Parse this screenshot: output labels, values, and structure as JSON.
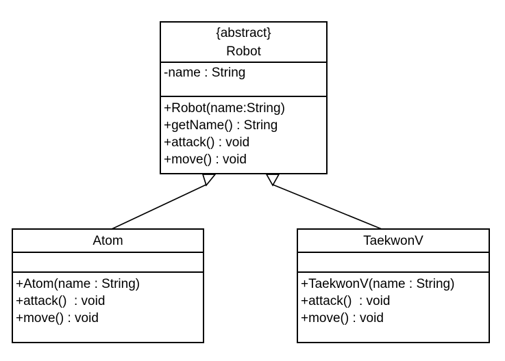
{
  "diagram": {
    "type": "uml-class-diagram",
    "colors": {
      "line": "#000000",
      "box_fill": "#ffffff",
      "background": "#ffffff",
      "text": "#000000"
    },
    "classes": [
      {
        "id": "robot",
        "stereotype": "{abstract}",
        "name": "Robot",
        "abstract": true,
        "attributes": [
          "-name : String"
        ],
        "methods": [
          "+Robot(name:String)",
          "+getName() : String",
          "+attack() : void",
          "+move() : void"
        ]
      },
      {
        "id": "atom",
        "stereotype": "",
        "name": "Atom",
        "abstract": false,
        "attributes": [],
        "methods": [
          "+Atom(name : String)",
          "+attack()  : void",
          "+move() : void"
        ]
      },
      {
        "id": "taekwonv",
        "stereotype": "",
        "name": "TaekwonV",
        "abstract": false,
        "attributes": [],
        "methods": [
          "+TaekwonV(name : String)",
          "+attack()  : void",
          "+move() : void"
        ]
      }
    ],
    "relationships": [
      {
        "type": "generalization",
        "from": "Atom",
        "to": "Robot",
        "arrowhead": "hollow-triangle"
      },
      {
        "type": "generalization",
        "from": "TaekwonV",
        "to": "Robot",
        "arrowhead": "hollow-triangle"
      }
    ]
  }
}
